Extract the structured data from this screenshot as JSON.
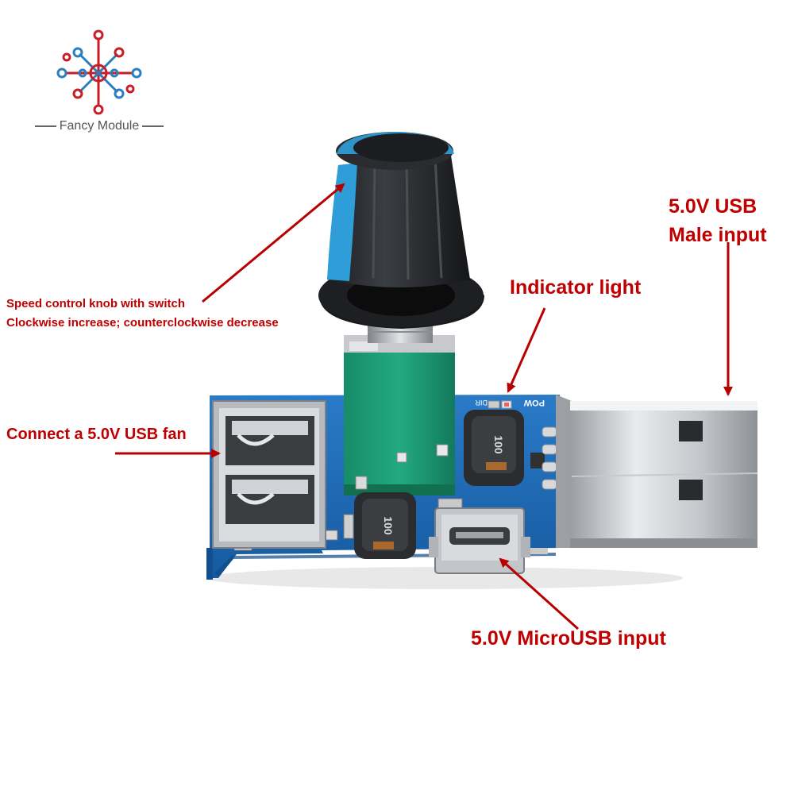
{
  "brand": {
    "name": "Fancy Module",
    "logo_icon": "circuit-logo-icon",
    "logo_colors": {
      "red": "#c81e28",
      "blue": "#2a7fc0"
    }
  },
  "callouts": {
    "knob_line1": "Speed control knob with switch",
    "knob_line2": "Clockwise increase; counterclockwise decrease",
    "indicator": "Indicator light",
    "usb_male_line1": "5.0V USB",
    "usb_male_line2": "Male input",
    "usb_fan": "Connect a 5.0V USB fan",
    "micro_usb": "5.0V MicroUSB input"
  },
  "board_markings": {
    "inductor_left": "100",
    "inductor_right": "100",
    "pow": "POW",
    "dir": "DIR"
  },
  "colors": {
    "callout_text": "#c00000",
    "arrow": "#b80000",
    "pcb": "#1c67b4",
    "potentiometer": "#1fa07a",
    "knob": "#26282b",
    "knob_stripe": "#2f9ed8"
  }
}
